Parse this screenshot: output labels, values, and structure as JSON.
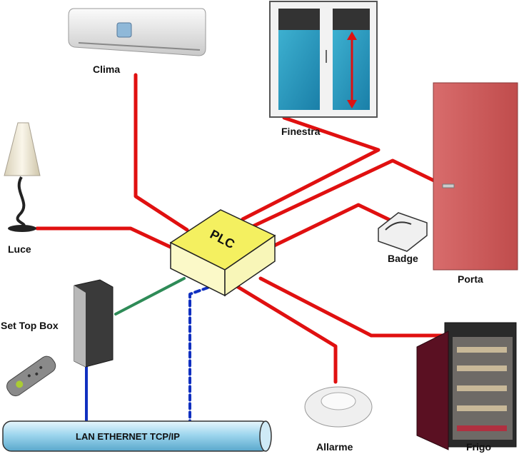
{
  "hub": {
    "label": "PLC"
  },
  "devices": {
    "clima": "Clima",
    "finestra": "Finestra",
    "porta": "Porta",
    "badge": "Badge",
    "luce": "Luce",
    "set_top_box": "Set Top Box",
    "allarme": "Allarme",
    "frigo": "Frigo"
  },
  "network": {
    "label": "LAN ETHERNET TCP/IP"
  },
  "colors": {
    "power_line": "#e01010",
    "data_line": "#2e8b57",
    "lan_line": "#1030c0",
    "plc_box": "#f4f060",
    "porta_door": "#c85a5a",
    "lan_pipe": "#9ed6ee"
  }
}
